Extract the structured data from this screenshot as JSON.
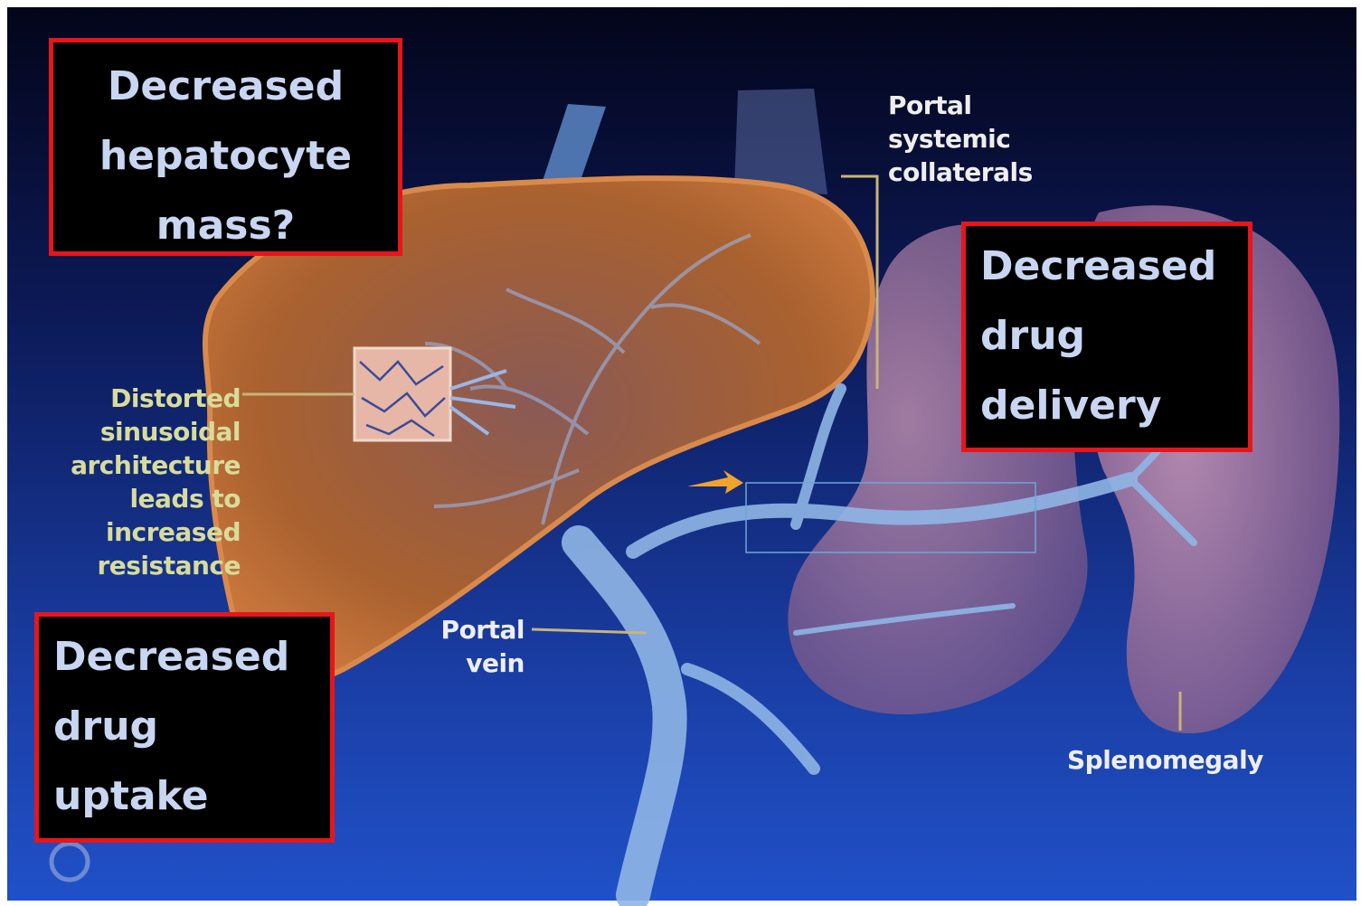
{
  "callouts": {
    "hepatocyte_mass": [
      "Decreased",
      "hepatocyte",
      "mass?"
    ],
    "drug_delivery": [
      "Decreased",
      "drug",
      "delivery"
    ],
    "drug_uptake": [
      "Decreased",
      "drug",
      "uptake"
    ]
  },
  "annotations": {
    "collaterals": [
      "Portal",
      "systemic",
      "collaterals"
    ],
    "distorted": [
      "Distorted",
      "sinusoidal",
      "architecture",
      "leads to",
      "increased",
      "resistance"
    ],
    "portal_vein": [
      "Portal",
      "vein"
    ],
    "splenomegaly": "Splenomegaly"
  },
  "colors": {
    "callout_border": "#e8151b",
    "callout_text": "#c9d6f2",
    "background_top": "#05061c",
    "background_bottom": "#1d47b8",
    "liver": "#b0652e",
    "spleen": "#a0708f",
    "vessel": "#8fb6e6"
  }
}
